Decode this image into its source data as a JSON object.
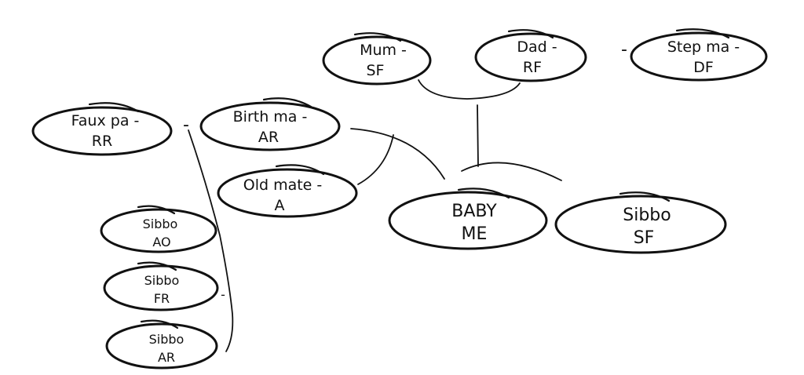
{
  "nodes": {
    "mum": {
      "line1": "Mum -",
      "line2": "SF"
    },
    "dad": {
      "line1": "Dad -",
      "line2": "RF"
    },
    "step_ma": {
      "line1": "Step ma -",
      "line2": "DF"
    },
    "faux_pa": {
      "line1": "Faux pa -",
      "line2": "RR"
    },
    "birth_ma": {
      "line1": "Birth ma -",
      "line2": "AR"
    },
    "old_mate": {
      "line1": "Old mate -",
      "line2": "A"
    },
    "baby": {
      "line1": "BABY",
      "line2": "ME"
    },
    "sibbo_sf": {
      "line1": "Sibbo",
      "line2": "SF"
    },
    "sibbo_ao": {
      "line1": "Sibbo",
      "line2": "AO"
    },
    "sibbo_fr": {
      "line1": "Sibbo",
      "line2": "FR"
    },
    "sibbo_ar": {
      "line1": "Sibbo",
      "line2": "AR"
    }
  },
  "connector_dash": "-"
}
